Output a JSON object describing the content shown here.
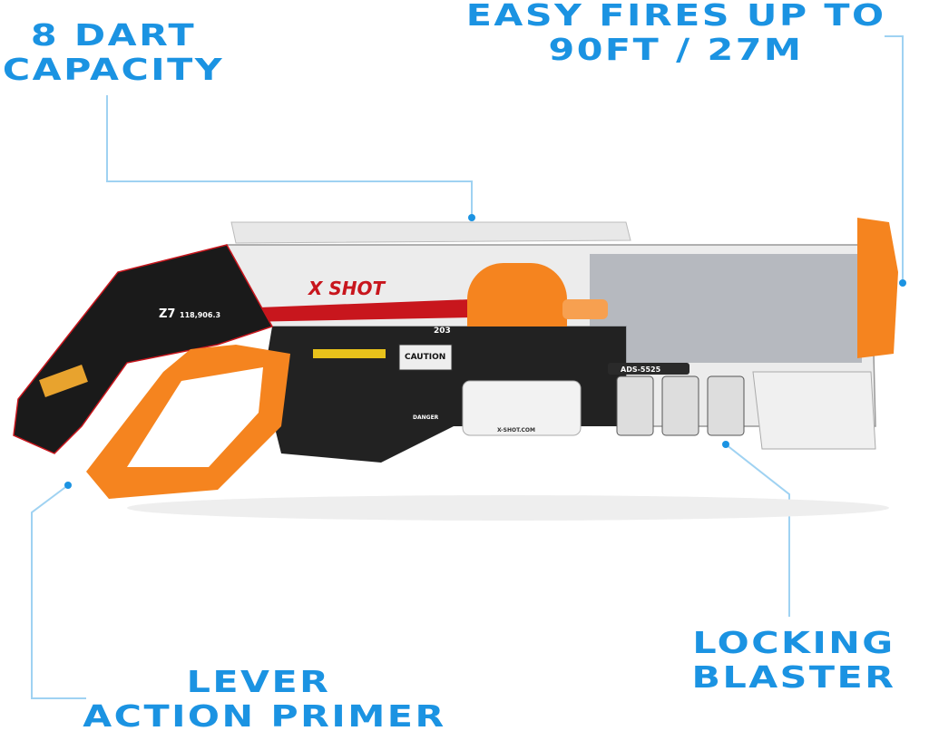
{
  "callouts": {
    "capacity": {
      "line1": "8 DART",
      "line2": "CAPACITY"
    },
    "range": {
      "line1": "EASY FIRES UP TO",
      "line2": "90FT / 27M"
    },
    "locking": {
      "line1": "LOCKING",
      "line2": "BLASTER"
    },
    "lever": {
      "line1": "LEVER",
      "line2": "ACTION PRIMER"
    }
  },
  "product_markings": {
    "brand_logo": "X SHOT",
    "model": "Z7",
    "serial": "118,906.3",
    "caution": "CAUTION",
    "danger": "DANGER",
    "code": "ADS-5525",
    "website": "X-SHOT.COM",
    "tag": "203"
  },
  "colors": {
    "accent": "#1b93e2",
    "orange": "#f5841f",
    "red": "#c8161d",
    "black": "#1a1a1a",
    "white": "#f2f2f2"
  }
}
